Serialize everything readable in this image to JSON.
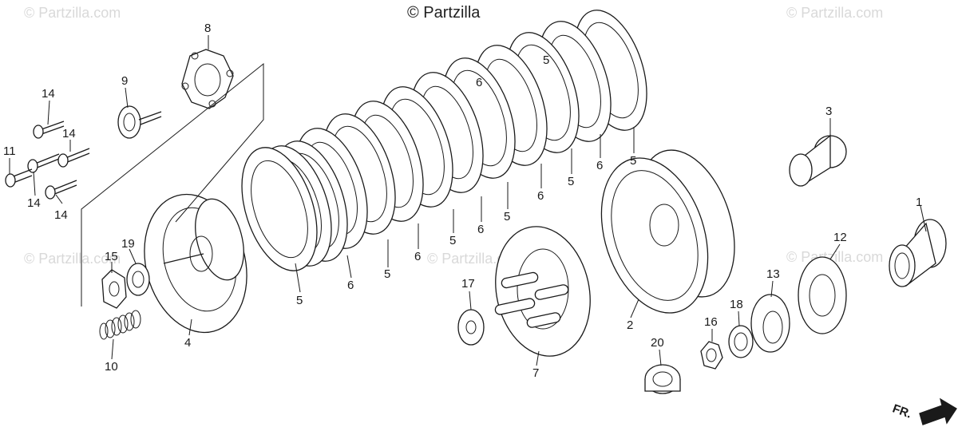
{
  "watermarks": {
    "main": "© Partzilla",
    "faded": "© Partzilla.com"
  },
  "direction_label": "FR.",
  "callouts": [
    {
      "id": "c1",
      "label": "1"
    },
    {
      "id": "c2",
      "label": "2"
    },
    {
      "id": "c3",
      "label": "3"
    },
    {
      "id": "c4",
      "label": "4"
    },
    {
      "id": "c5a",
      "label": "5"
    },
    {
      "id": "c5b",
      "label": "5"
    },
    {
      "id": "c5c",
      "label": "5"
    },
    {
      "id": "c5d",
      "label": "5"
    },
    {
      "id": "c5e",
      "label": "5"
    },
    {
      "id": "c5f",
      "label": "5"
    },
    {
      "id": "c5g",
      "label": "5"
    },
    {
      "id": "c6a",
      "label": "6"
    },
    {
      "id": "c6b",
      "label": "6"
    },
    {
      "id": "c6c",
      "label": "6"
    },
    {
      "id": "c6d",
      "label": "6"
    },
    {
      "id": "c6e",
      "label": "6"
    },
    {
      "id": "c6f",
      "label": "6"
    },
    {
      "id": "c7",
      "label": "7"
    },
    {
      "id": "c8",
      "label": "8"
    },
    {
      "id": "c9",
      "label": "9"
    },
    {
      "id": "c10",
      "label": "10"
    },
    {
      "id": "c11",
      "label": "11"
    },
    {
      "id": "c12",
      "label": "12"
    },
    {
      "id": "c13",
      "label": "13"
    },
    {
      "id": "c14a",
      "label": "14"
    },
    {
      "id": "c14b",
      "label": "14"
    },
    {
      "id": "c14c",
      "label": "14"
    },
    {
      "id": "c14d",
      "label": "14"
    },
    {
      "id": "c15",
      "label": "15"
    },
    {
      "id": "c16",
      "label": "16"
    },
    {
      "id": "c17",
      "label": "17"
    },
    {
      "id": "c18",
      "label": "18"
    },
    {
      "id": "c19",
      "label": "19"
    },
    {
      "id": "c20",
      "label": "20"
    }
  ]
}
